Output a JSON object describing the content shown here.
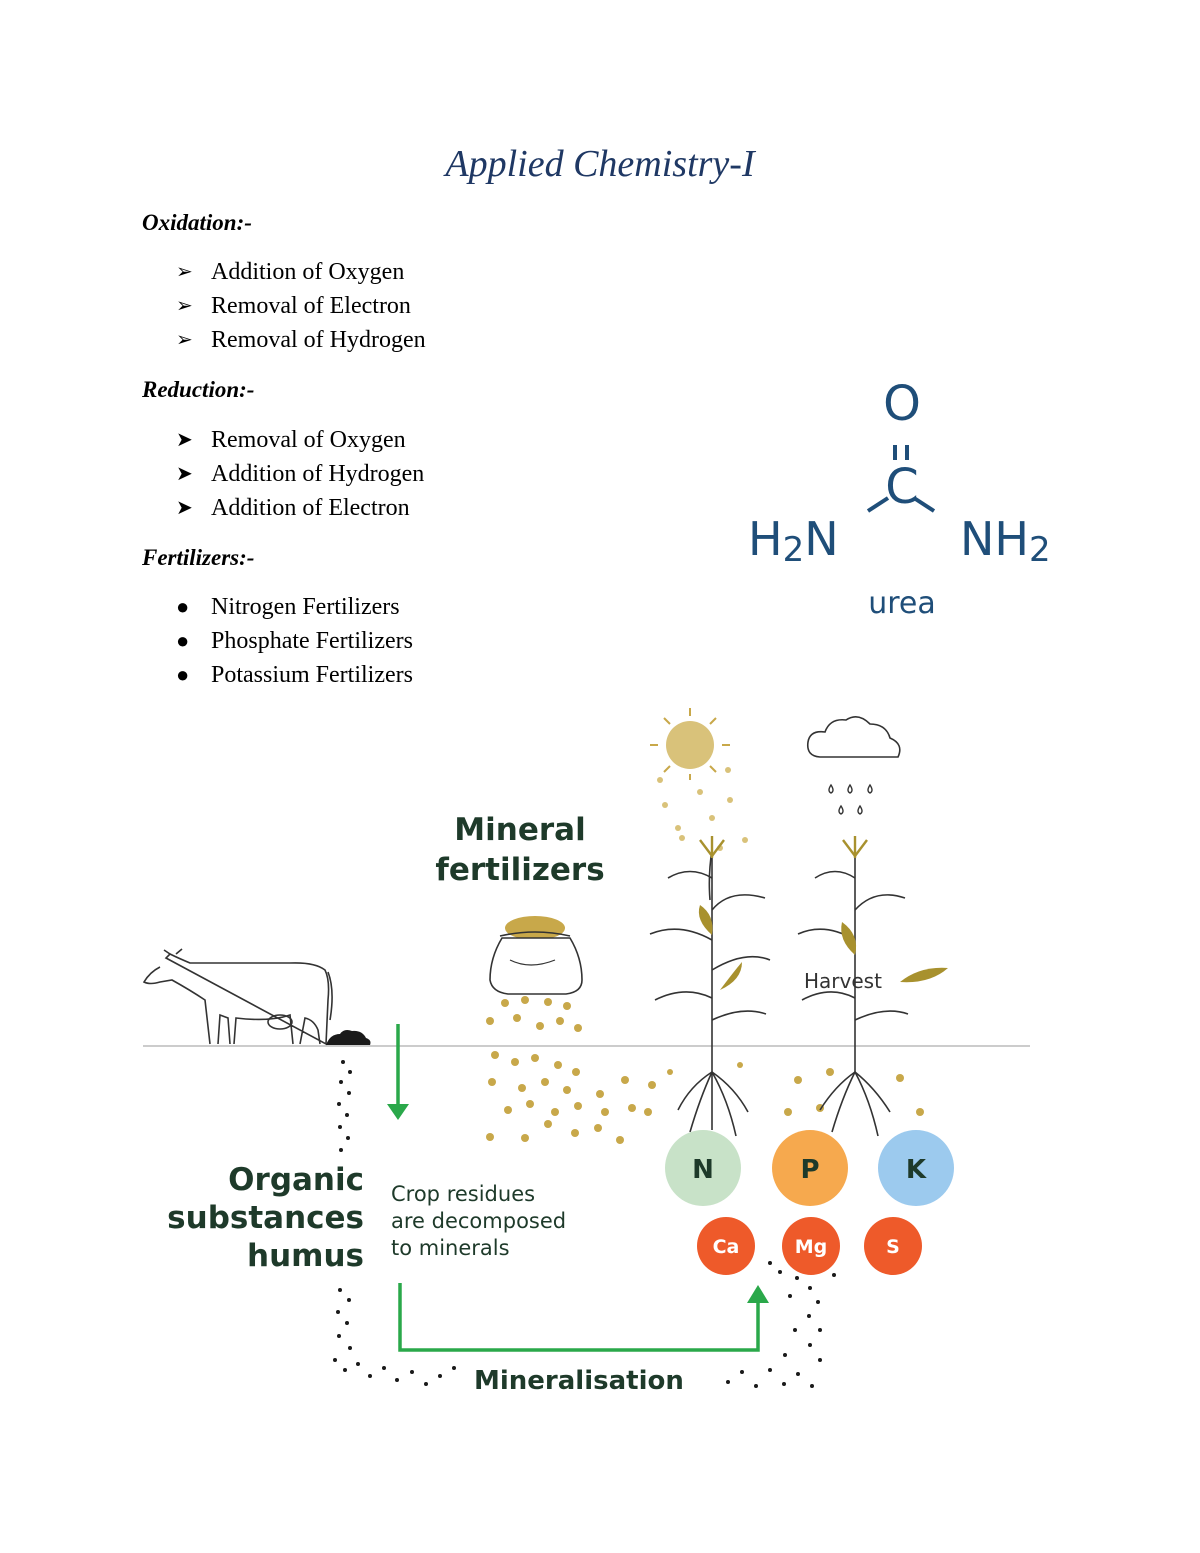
{
  "title": "Applied Chemistry-I",
  "oxidation": {
    "heading": "Oxidation:-",
    "items": [
      "Addition of Oxygen",
      "Removal of Electron",
      "Removal of Hydrogen"
    ]
  },
  "reduction": {
    "heading": "Reduction:-",
    "items": [
      "Removal of Oxygen",
      "Addition of Hydrogen",
      "Addition of Electron"
    ]
  },
  "fertilizers": {
    "heading": "Fertilizers:-",
    "items": [
      "Nitrogen Fertilizers",
      "Phosphate Fertilizers",
      "Potassium Fertilizers"
    ]
  },
  "urea_structure": {
    "atom_o": "O",
    "atom_c": "C",
    "left_group": "H",
    "left_sub": "2",
    "left_n": "N",
    "right_group": "NH",
    "right_sub": "2",
    "caption": "urea",
    "color": "#1f4e79"
  },
  "figure": {
    "mineral_title_line1": "Mineral",
    "mineral_title_line2": "fertilizers",
    "harvest_label": "Harvest",
    "organic_line1": "Organic",
    "organic_line2": "substances",
    "organic_line3": "humus",
    "residues_line1": "Crop residues",
    "residues_line2": "are decomposed",
    "residues_line3": "to minerals",
    "mineralisation_label": "Mineralisation",
    "nutrients_major": [
      {
        "label": "N",
        "color": "#c8e2c8"
      },
      {
        "label": "P",
        "color": "#f6a94e"
      },
      {
        "label": "K",
        "color": "#9ccaee"
      }
    ],
    "nutrients_minor": [
      {
        "label": "Ca",
        "color": "#ee5a2a"
      },
      {
        "label": "Mg",
        "color": "#ee5a2a"
      },
      {
        "label": "S",
        "color": "#ee5a2a"
      }
    ],
    "colors": {
      "title_green": "#1e3a2a",
      "arrow_green": "#2aa84a",
      "granule": "#c8a84a",
      "leaf": "#a8912e",
      "line": "#333333"
    }
  }
}
